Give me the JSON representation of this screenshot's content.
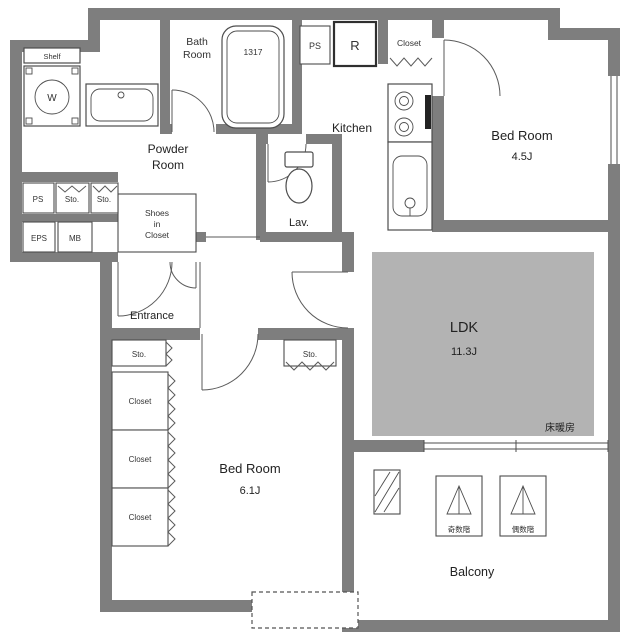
{
  "plan": {
    "labels": {
      "shelf": "Shelf",
      "washer": "W",
      "bath_line1": "Bath",
      "bath_line2": "Room",
      "tub": "1317",
      "ps_top": "PS",
      "fridge": "R",
      "closet_top": "Closet",
      "bedroom1_name": "Bed Room",
      "bedroom1_size": "4.5J",
      "kitchen": "Kitchen",
      "powder_line1": "Powder",
      "powder_line2": "Room",
      "lav": "Lav.",
      "shoes_line1": "Shoes",
      "shoes_line2": "in",
      "shoes_line3": "Closet",
      "ps_left": "PS",
      "sto_a": "Sto.",
      "sto_b": "Sto.",
      "eps": "EPS",
      "mb": "MB",
      "entrance": "Entrance",
      "sto_c": "Sto.",
      "closet_1": "Closet",
      "closet_2": "Closet",
      "closet_3": "Closet",
      "sto_d": "Sto.",
      "bedroom2_name": "Bed Room",
      "bedroom2_size": "6.1J",
      "ldk_name": "LDK",
      "ldk_size": "11.3J",
      "floor_heating": "床暖房",
      "balcony": "Balcony",
      "stairs_odd": "奇数階",
      "stairs_even": "偶数階"
    },
    "colors": {
      "wall": "#7e7e7e",
      "floor_heating": "#b3b3b3",
      "fixture_line": "#4d4d4d",
      "text": "#333333"
    }
  }
}
